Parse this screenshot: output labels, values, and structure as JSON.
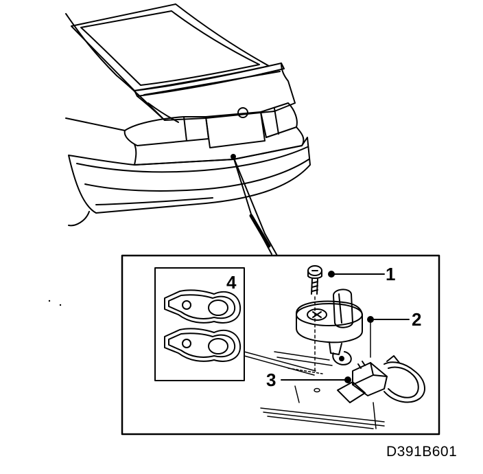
{
  "callouts": {
    "c1": "1",
    "c2": "2",
    "c3": "3",
    "c4": "4"
  },
  "figure_code": "D391B601",
  "colors": {
    "ink": "#000000",
    "paper": "#ffffff",
    "hatch": "#555555"
  }
}
